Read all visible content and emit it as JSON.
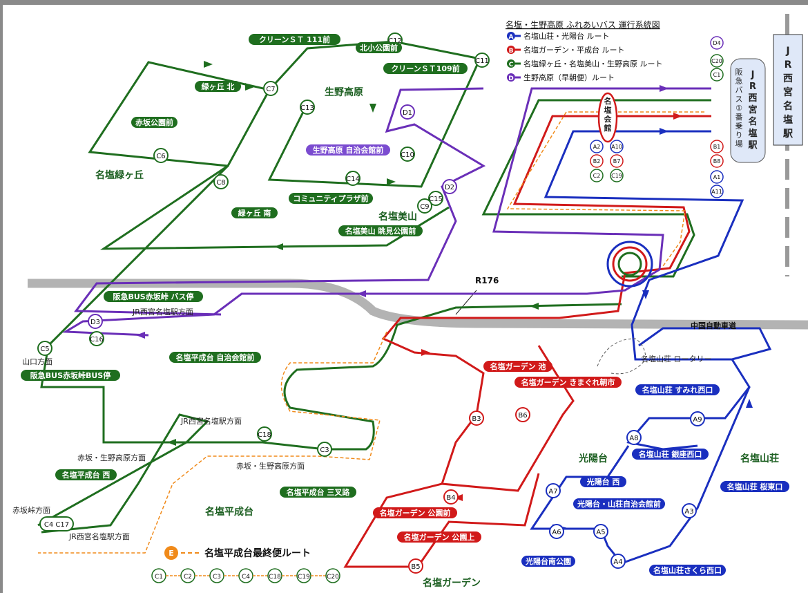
{
  "title": "名塩・生野高原 ふれあいバス 運行系統図",
  "colors": {
    "A": "#1a2fbf",
    "B": "#d11a1a",
    "C": "#1f6e1f",
    "D": "#6a2fb8",
    "E": "#f08a1a"
  },
  "legend": [
    {
      "badge": "A",
      "label": "名塩山荘・光陽台 ルート"
    },
    {
      "badge": "B",
      "label": "名塩ガーデン・平成台 ルート"
    },
    {
      "badge": "C",
      "label": "名塩緑ヶ丘・名塩美山・生野高原 ルート"
    },
    {
      "badge": "D",
      "label": "生野高原（早朝便）ルート"
    }
  ],
  "jr_station": "JR西宮名塩駅",
  "hankyu_stop": "阪急バス①番 乗り場",
  "jr_stop_label": "JR 西宮名塩駅",
  "nasio_kaikan": "名塩会館",
  "route_e_label": "名塩平成台最終便ルート",
  "route_e_badge": "E",
  "route_e_sequence": [
    "C1",
    "C2",
    "C3",
    "C4",
    "C18",
    "C19",
    "C20"
  ],
  "areas": [
    "名塩緑ヶ丘",
    "生野高原",
    "名塩美山",
    "名塩平成台",
    "光陽台",
    "名塩山荘",
    "名塩ガーデン"
  ],
  "road_labels": {
    "r176": "R176",
    "expressway": "中国自動車道",
    "rotary": "名塩山荘 ロータリー"
  },
  "direction_labels": [
    "JR西宮名塩駅方面",
    "山口方面",
    "JR西宮名塩駅方面",
    "赤坂・生野高原方面",
    "赤坂・生野高原方面",
    "赤坂峠方面",
    "JR西宮名塩駅方面"
  ],
  "stop_names": {
    "c12": "北小公園前",
    "c13": "クリーンＳＴ 111前",
    "c11": "クリーンＳＴ109前",
    "c7": "緑ヶ丘 北",
    "c6": "赤坂公園前",
    "c10": "生野高原 自治会館前",
    "c14": "コミュニティプラザ前",
    "c8": "緑ヶ丘 南",
    "c9": "名塩美山 眺見公園前",
    "d3": "阪急BUS赤坂峠 バス停",
    "c5": "阪急BUS赤坂峠BUS停",
    "c18": "名塩平成台 自治会館前",
    "c17": "名塩平成台 西",
    "c3": "名塩平成台 三叉路",
    "b3": "名塩ガーデン 池",
    "b6": "名塩ガーデン きまぐれ朝市",
    "b4": "名塩ガーデン 公園前",
    "b5": "名塩ガーデン 公園上",
    "a9": "名塩山荘 すみれ西口",
    "a8": "名塩山荘 銀座西口",
    "a7": "光陽台 西",
    "a5": "光陽台・山荘自治会館前",
    "a3": "名塩山荘 桜東口",
    "a6": "光陽台南公園",
    "a4": "名塩山荘さくら西口"
  },
  "stop_codes": [
    "C12",
    "C11",
    "C7",
    "C13",
    "D1",
    "C6",
    "C10",
    "C14",
    "C8",
    "C15",
    "D2",
    "C9",
    "D3",
    "C16",
    "C5",
    "C18",
    "C3",
    "C4 C17",
    "B3",
    "B6",
    "B4",
    "B5",
    "A9",
    "A8",
    "A7",
    "A6",
    "A5",
    "A4",
    "A3"
  ],
  "terminal_codes": [
    "D4",
    "C20",
    "C1",
    "B1",
    "B8",
    "A1",
    "A11"
  ],
  "kaikan_codes": [
    "A2",
    "A10",
    "B2",
    "B7",
    "C2",
    "C19"
  ]
}
